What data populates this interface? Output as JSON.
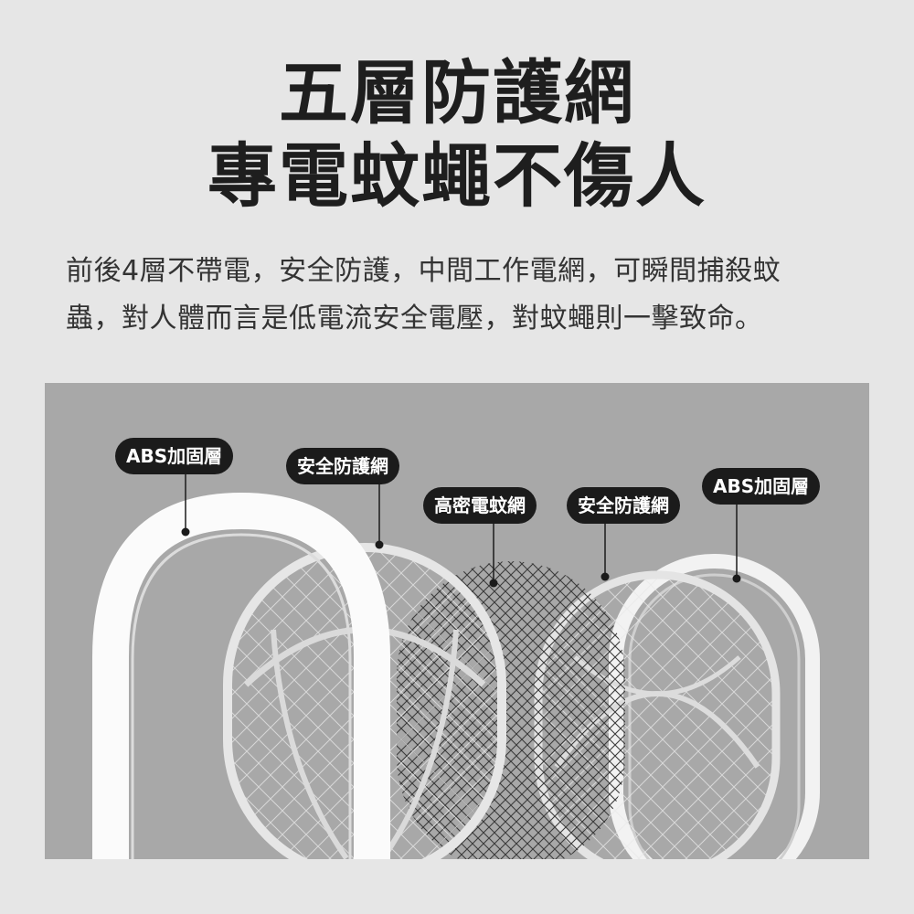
{
  "headline": {
    "line1": "五層防護網",
    "line2": "專電蚊蠅不傷人"
  },
  "description": {
    "line1": "前後4層不帶電，安全防護，中間工作電網，可瞬間捕殺蚊",
    "line2": "蟲，對人體而言是低電流安全電壓，對蚊蠅則一擊致命。"
  },
  "labels": {
    "abs_front": "ABS加固層",
    "safety_front": "安全防護網",
    "high_density": "高密電蚊網",
    "safety_back": "安全防護網",
    "abs_back": "ABS加固層"
  },
  "colors": {
    "background": "#e6e6e6",
    "panel": "#a8a8a8",
    "tag": "#1b1b1b",
    "headline": "#1e1e1e"
  }
}
